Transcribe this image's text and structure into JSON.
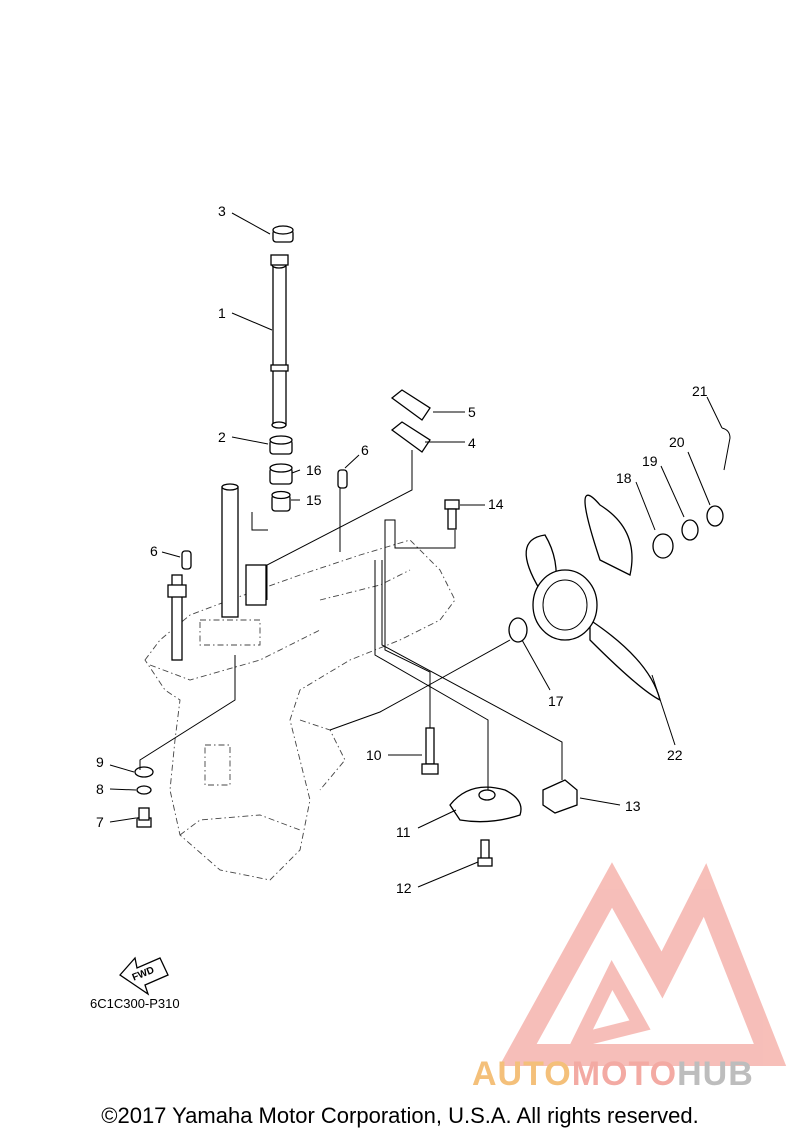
{
  "diagram": {
    "callouts": [
      "1",
      "2",
      "3",
      "4",
      "5",
      "6",
      "6",
      "7",
      "8",
      "9",
      "10",
      "11",
      "12",
      "13",
      "14",
      "15",
      "16",
      "17",
      "18",
      "19",
      "20",
      "21",
      "22"
    ],
    "fwd_label": "FWD",
    "code": "6C1C300-P310"
  },
  "watermark": {
    "word_a": "AUTO",
    "word_b": "MOTO",
    "word_c": "HUB",
    "colors": {
      "auto": "#f4c07a",
      "moto": "#f3aaa3",
      "hub": "#bdbdbd",
      "triangle": "#f08a80"
    }
  },
  "footer": {
    "copyright": "©2017 Yamaha Motor Corporation, U.S.A. All rights reserved."
  }
}
